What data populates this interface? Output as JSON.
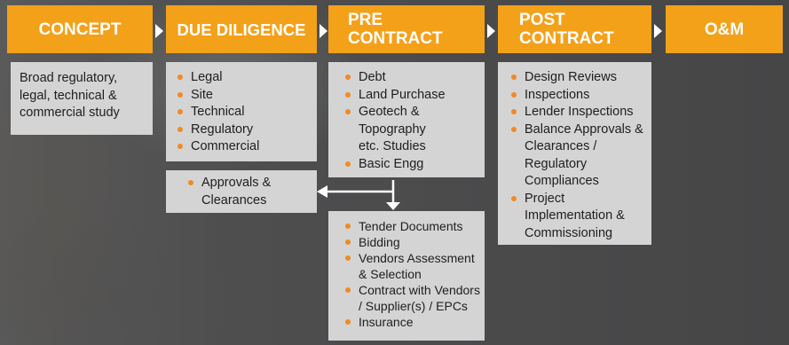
{
  "stages": [
    {
      "label": "CONCEPT"
    },
    {
      "label": "DUE DILIGENCE"
    },
    {
      "label": "PRE CONTRACT",
      "line1": "PRE",
      "line2": "CONTRACT"
    },
    {
      "label": "POST CONTRACT",
      "line1": "POST",
      "line2": "CONTRACT"
    },
    {
      "label": "O&M"
    }
  ],
  "concept": {
    "text": "Broad regulatory, legal, technical & commercial study"
  },
  "due_diligence": {
    "items": [
      "Legal",
      "Site",
      "Technical",
      "Regulatory",
      "Commercial"
    ]
  },
  "approvals": {
    "items": [
      "Approvals & Clearances"
    ]
  },
  "pre_contract": {
    "items": [
      "Debt",
      "Land Purchase",
      "Geotech & Topography etc. Studies",
      "Basic Engg"
    ]
  },
  "tendering": {
    "items": [
      "Tender Documents",
      "Bidding",
      "Vendors Assessment & Selection",
      "Contract with Vendors / Supplier(s) / EPCs",
      "Insurance"
    ]
  },
  "post_contract": {
    "items": [
      "Design Reviews",
      "Inspections",
      "Lender Inspections",
      "Balance Approvals & Clearances / Regulatory Compliances",
      "Project Implementation & Commissioning"
    ]
  },
  "colors": {
    "header": "#f4a11a",
    "box": "#d4d4d5",
    "bullet": "#f08a24",
    "background": "#4b4b4c"
  }
}
